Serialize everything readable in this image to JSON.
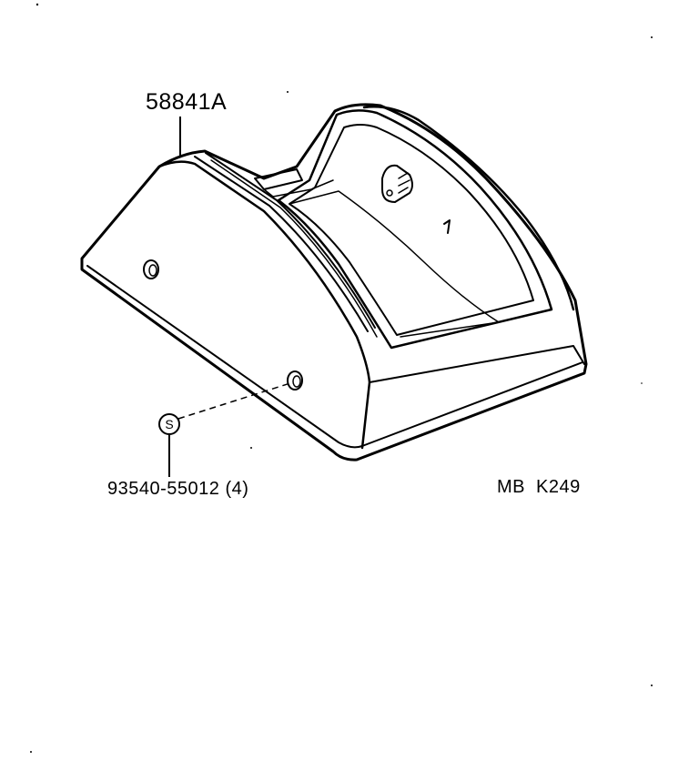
{
  "diagram": {
    "parts": {
      "main_part_number": "58841A",
      "screw_part_number": "93540-55012 (4)",
      "screw_symbol": "S"
    },
    "reference_code": "MB  K249",
    "colors": {
      "ink": "#000000",
      "paper": "#ffffff"
    }
  }
}
